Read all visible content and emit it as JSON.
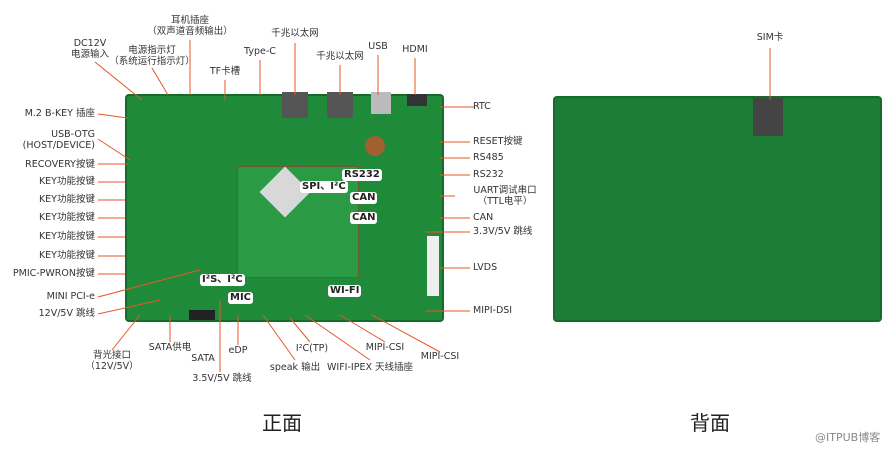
{
  "top_labels": {
    "dc12v": [
      "DC12V",
      "电源输入"
    ],
    "power_led": [
      "电源指示灯",
      "（系统运行指示灯）"
    ],
    "headphone": [
      "耳机插座",
      "（双声道音频输出）"
    ],
    "tf": "TF卡槽",
    "typec": "Type-C",
    "eth1": "千兆以太网",
    "eth2": "千兆以太网",
    "usb": "USB",
    "hdmi": "HDMI"
  },
  "left_labels": [
    "M.2 B-KEY 插座",
    "USB-OTG",
    "(HOST/DEVICE)",
    "RECOVERY按键",
    "KEY功能按键",
    "KEY功能按键",
    "KEY功能按键",
    "KEY功能按键",
    "KEY功能按键",
    "PMIC-PWRON按键",
    "MINI PCI-e",
    "12V/5V 跳线"
  ],
  "right_labels": [
    "RTC",
    "RESET按键",
    "RS485",
    "RS232",
    "UART调试串口",
    "（TTL电平）",
    "CAN",
    "3.3V/5V 跳线",
    "LVDS",
    "MIPI-DSI"
  ],
  "bottom_labels": {
    "backlight": [
      "背光接口",
      "（12V/5V）"
    ],
    "sata_power": "SATA供电",
    "sata": "SATA",
    "edp": "eDP",
    "jumper35": "3.5V/5V 跳线",
    "speak": "speak 输出",
    "i2c_tp": "I²C(TP)",
    "wifi_ipex": "WIFI-IPEX 天线插座",
    "mipi_csi1": "MIPI-CSI",
    "mipi_csi2": "MIPI-CSI"
  },
  "board_tags": {
    "spi_i2c": "SPI、I²C",
    "rs232": "RS232",
    "can1": "CAN",
    "can2": "CAN",
    "i2s_i2c": "I²S、I²C",
    "mic": "MIC",
    "wifi": "WI-FI"
  },
  "back_labels": {
    "sim": "SIM卡"
  },
  "captions": {
    "front": "正面",
    "back": "背面"
  },
  "watermark": "@ITPUB博客",
  "colors": {
    "accent": "#e8572a",
    "pcb": "#1f8a3a"
  }
}
